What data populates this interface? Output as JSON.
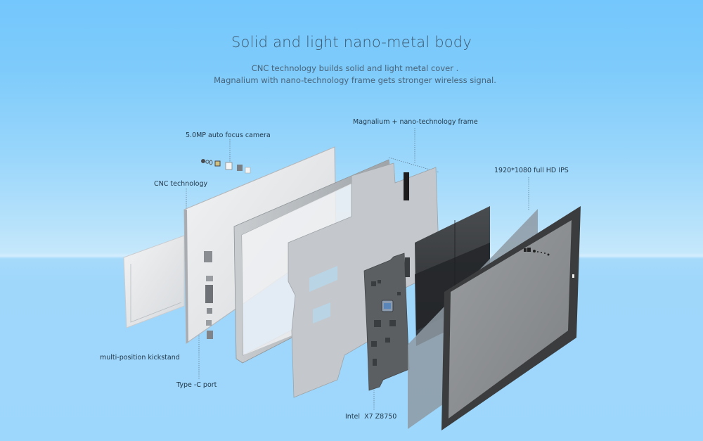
{
  "header": {
    "title": "Solid and light nano-metal body",
    "subtitle_line1": "CNC technology builds solid and light metal cover .",
    "subtitle_line2": "Magnalium with nano-technology frame gets stronger wireless signal."
  },
  "callouts": {
    "camera": "5.0MP auto focus camera",
    "cnc": "CNC technology",
    "frame": "Magnalium + nano-technology frame",
    "display": "1920*1080 full HD IPS",
    "kickstand": "multi-position kickstand",
    "port": "Type -C port",
    "cpu": "Intel  X7 Z8750"
  },
  "colors": {
    "sky_top": "#74c7fc",
    "sky_horizon": "#c6e8fb",
    "floor": "#9dd7fb",
    "title_text": "#3d586e",
    "label_text": "#23384a",
    "metal": "#e6e8ea",
    "pcb": "#5b5e61",
    "panel_dark": "#2f3235",
    "screen_bezel": "#3a3c3e",
    "screen_glass": "#8a8d90"
  },
  "exploded_layers": [
    "kickstand",
    "back-cover",
    "camera-module",
    "frame",
    "shield-plate",
    "pcb-mainboard",
    "battery-panels",
    "ips-layer",
    "front-screen"
  ]
}
